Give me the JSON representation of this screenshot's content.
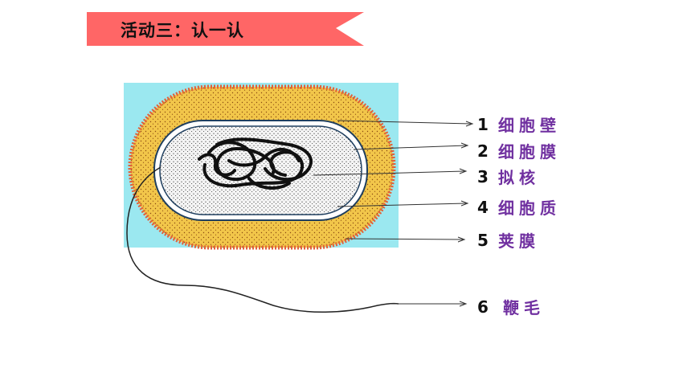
{
  "banner": {
    "title": "活动三：认一认",
    "color": "#ff6666"
  },
  "colors": {
    "capsule": "#f2c64a",
    "capsule_edge": "#e0623a",
    "background_box": "#9be8f0",
    "label_text": "#7030a0"
  },
  "labels": [
    {
      "number": "1",
      "text": "细胞壁"
    },
    {
      "number": "2",
      "text": "细胞膜"
    },
    {
      "number": "3",
      "text": "拟核"
    },
    {
      "number": "4",
      "text": "细胞质"
    },
    {
      "number": "5",
      "text": "荚膜"
    },
    {
      "number": "6",
      "text": "鞭毛"
    }
  ]
}
